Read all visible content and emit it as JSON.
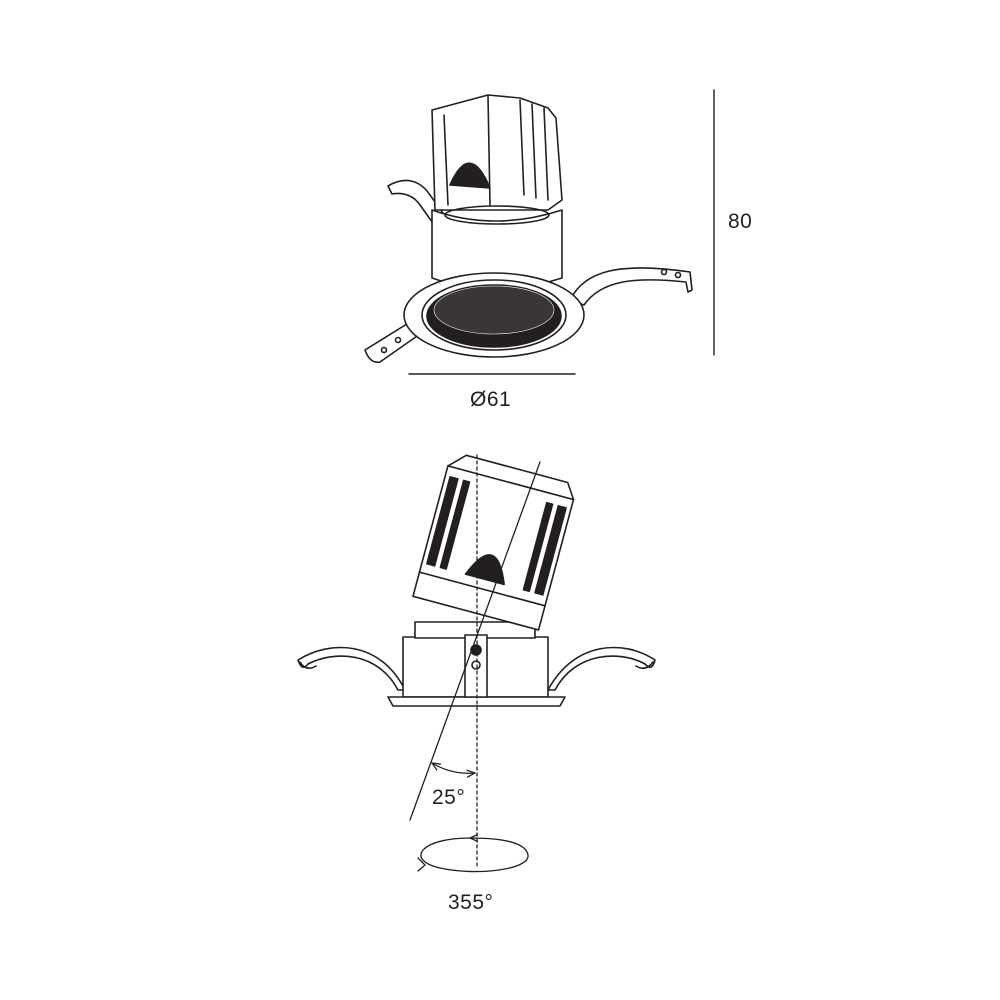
{
  "diagram": {
    "top_view": {
      "height_dimension": "80",
      "diameter_dimension": "Ø61"
    },
    "side_view": {
      "tilt_angle": "25°",
      "rotation_angle": "355°"
    },
    "colors": {
      "line": "#231f20",
      "background": "#ffffff"
    }
  }
}
